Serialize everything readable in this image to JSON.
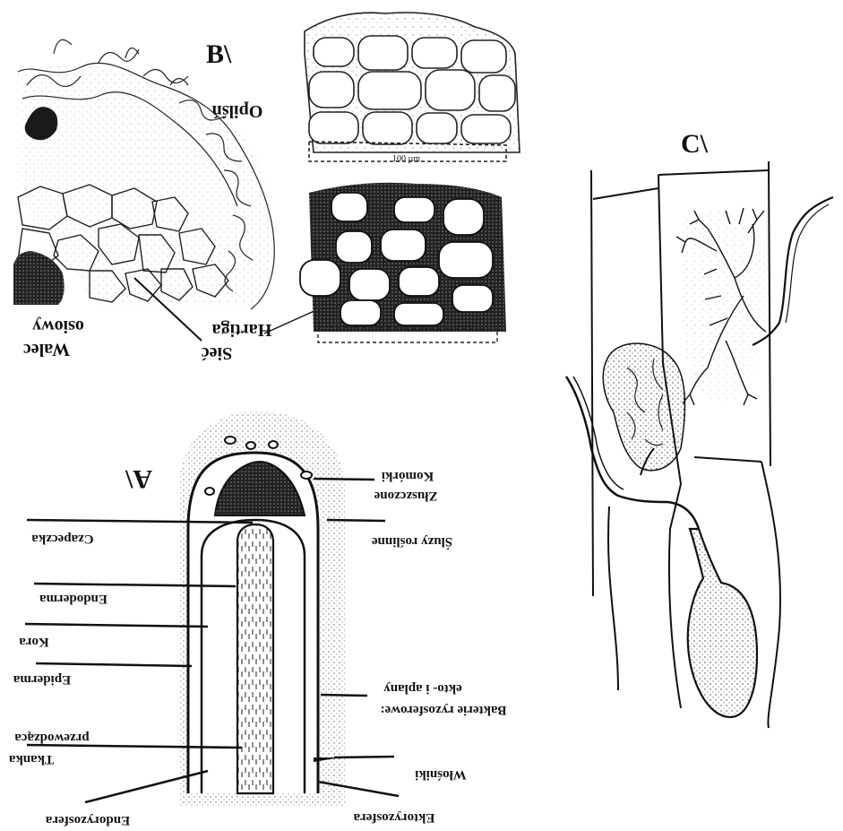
{
  "panels": {
    "A": {
      "title": "A\\",
      "labels": {
        "czapeczka": "Czapeczka",
        "endoderma": "Endoderma",
        "kora": "Kora",
        "epiderma": "Epiderma",
        "tkanka_1": "Tkanka",
        "tkanka_2": "przewodząca",
        "endoryzosfera": "Endoryzosfera",
        "komorki_1": "Komórki",
        "komorki_2": "Złuszczone",
        "sluzy": "Śluzy roślinne",
        "bakterie_1": "ekto- i aplany",
        "bakterie_2": "Bakterie ryzosferowe:",
        "wlosniki": "Włośniki",
        "ektoryzosfera": "Ektoryzosfera"
      }
    },
    "B": {
      "title": "B\\",
      "labels": {
        "opilsn": "Opilśń",
        "walec_1": "Walec",
        "walec_2": "osiowy",
        "siec_1": "Sieć",
        "siec_2": "Hartiga",
        "scale": "100 µm"
      }
    },
    "C": {
      "title": "C\\"
    }
  },
  "colors": {
    "ink": "#111111",
    "paper": "#ffffff"
  }
}
